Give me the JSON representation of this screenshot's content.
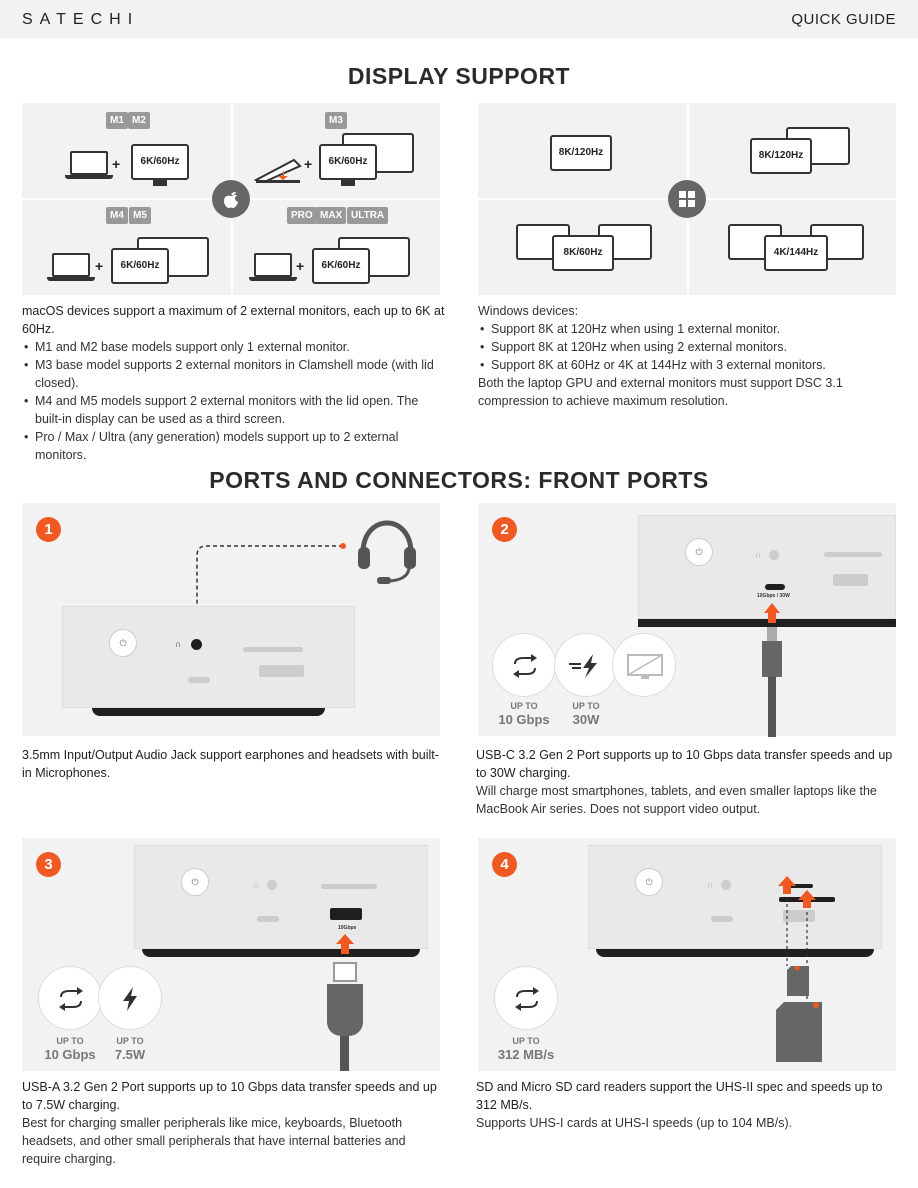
{
  "header": {
    "brand": "SATECHI",
    "guide": "QUICK GUIDE"
  },
  "display_support": {
    "title": "DISPLAY SUPPORT",
    "mac": {
      "cells": [
        {
          "badges": [
            "M1",
            "M2"
          ],
          "monitor_label": "6K/60Hz"
        },
        {
          "badges": [
            "M3"
          ],
          "monitor_label": "6K/60Hz"
        },
        {
          "badges": [
            "M4",
            "M5"
          ],
          "monitor_label": "6K/60Hz"
        },
        {
          "badges": [
            "PRO",
            "MAX",
            "ULTRA"
          ],
          "monitor_label": "6K/60Hz"
        }
      ],
      "plus": "+",
      "intro": "macOS devices support a maximum of 2 external monitors, each up to 6K at 60Hz.",
      "bullets": [
        "M1 and M2 base models support only 1 external monitor.",
        "M3 base model supports 2 external monitors in Clamshell mode (with lid closed).",
        "M4 and M5 models support 2 external monitors with the lid open. The built-in display can be used as a third screen.",
        "Pro / Max / Ultra (any generation) models support up to 2 external monitors."
      ]
    },
    "windows": {
      "cells": [
        {
          "monitor_label": "8K/120Hz"
        },
        {
          "monitor_label": "8K/120Hz"
        },
        {
          "monitor_label": "8K/60Hz"
        },
        {
          "monitor_label": "4K/144Hz"
        }
      ],
      "intro": "Windows devices:",
      "bullets": [
        "Support 8K at 120Hz when using 1 external monitor.",
        "Support 8K at 120Hz when using 2 external monitors.",
        "Support 8K at 60Hz or 4K at 144Hz with 3 external monitors."
      ],
      "note": "Both the laptop GPU and external monitors must support DSC 3.1 compression to achieve maximum resolution."
    }
  },
  "ports": {
    "title": "PORTS AND CONNECTORS: FRONT PORTS",
    "device_labels": {
      "usbc": "10Gbps / 30W",
      "usba": "10Gbps"
    },
    "items": [
      {
        "number": "1",
        "desc": "3.5mm Input/Output Audio Jack support earphones and headsets with built-in Microphones.",
        "specs": []
      },
      {
        "number": "2",
        "desc": "USB-C 3.2 Gen 2 Port supports up to 10 Gbps data transfer speeds and up to 30W charging.",
        "note": "Will charge most smartphones, tablets, and even smaller laptops like the MacBook Air series. Does not support video output.",
        "specs": [
          {
            "up": "UP TO",
            "value": "10 Gbps"
          },
          {
            "up": "UP TO",
            "value": "30W"
          }
        ]
      },
      {
        "number": "3",
        "desc": "USB-A 3.2 Gen 2 Port supports up to 10 Gbps data transfer speeds and up to 7.5W charging.",
        "note": "Best for charging smaller peripherals like mice, keyboards, Bluetooth headsets, and other small peripherals that have internal batteries and require charging.",
        "specs": [
          {
            "up": "UP TO",
            "value": "10 Gbps"
          },
          {
            "up": "UP TO",
            "value": "7.5W"
          }
        ]
      },
      {
        "number": "4",
        "desc": "SD and Micro SD card readers support the UHS-II spec and speeds up to 312 MB/s.",
        "note": "Supports UHS-I cards at UHS-I speeds (up to 104 MB/s).",
        "specs": [
          {
            "up": "UP TO",
            "value": "312 MB/s"
          }
        ]
      }
    ]
  }
}
